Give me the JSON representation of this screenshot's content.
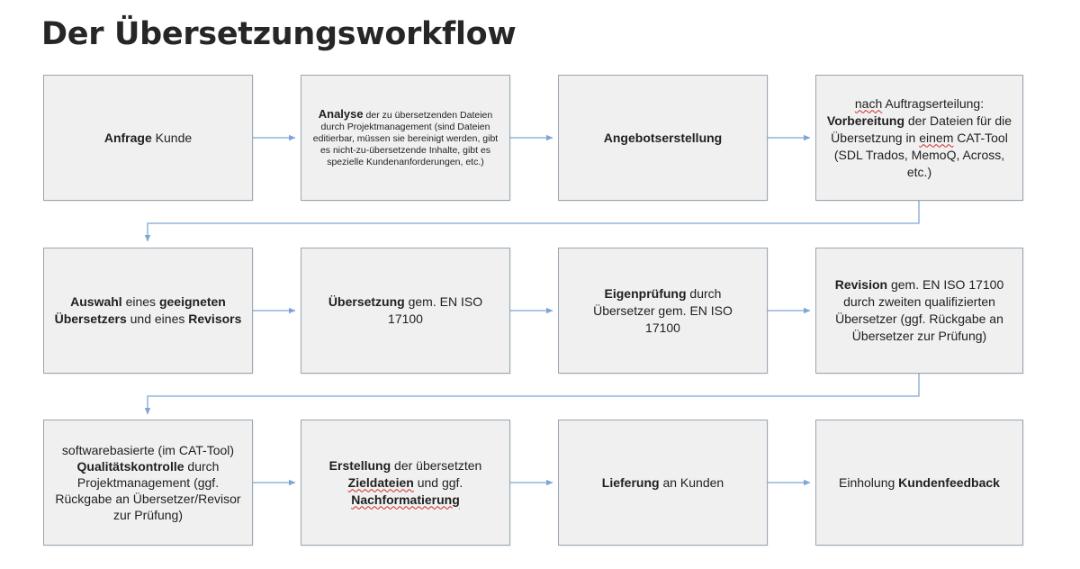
{
  "title": "Der Übersetzungsworkflow",
  "boxes": {
    "b1": {
      "t1": "Anfrage",
      "t2": " Kunde"
    },
    "b2": {
      "t1": "Analyse",
      "t2": " der zu übersetzenden Dateien durch Projektmanagement (sind Dateien editierbar, müssen sie bereinigt werden, gibt es nicht-zu-übersetzende Inhalte, gibt es spezielle Kundenanforderungen, etc.)"
    },
    "b3": {
      "t1": "Angebotserstellung"
    },
    "b4": {
      "t1": "nach",
      "t2": " Auftragserteilung: ",
      "t3": "Vorbereitung",
      "t4": " der Dateien für die Übersetzung in ",
      "t5": "einem",
      "t6": " CAT-Tool (SDL Trados, MemoQ, Across, etc.)"
    },
    "b5": {
      "t1": "Auswahl",
      "t2": " eines ",
      "t3": "geeigneten Übersetzers",
      "t4": " und eines ",
      "t5": "Revisors"
    },
    "b6": {
      "t1": "Übersetzung",
      "t2": " gem. EN ISO 17100"
    },
    "b7": {
      "t1": "Eigenprüfung",
      "t2": " durch Übersetzer gem. EN ISO 17100"
    },
    "b8": {
      "t1": "Revision",
      "t2": " gem. EN ISO 17100 durch zweiten qualifizierten Übersetzer (ggf. Rückgabe an Übersetzer zur Prüfung)"
    },
    "b9": {
      "t1": "softwarebasierte (im CAT-Tool) ",
      "t2": "Qualitätskontrolle",
      "t3": " durch Projektmanagement (ggf. Rückgabe an Übersetzer/Revisor zur Prüfung)"
    },
    "b10": {
      "t1": "Erstellung",
      "t2": " der übersetzten ",
      "t3": "Zieldateien",
      "t4": " und ggf. ",
      "t5": "Nachformatierung"
    },
    "b11": {
      "t1": "Lieferung",
      "t2": " an Kunden"
    },
    "b12": {
      "t1": "Einholung ",
      "t2": "Kundenfeedback"
    }
  },
  "colors": {
    "box_fill": "#f0f0f0",
    "box_border": "#9aa6b2",
    "connector": "#7ea6d4",
    "title": "#262626",
    "spellcheck": "#d12b2b"
  }
}
